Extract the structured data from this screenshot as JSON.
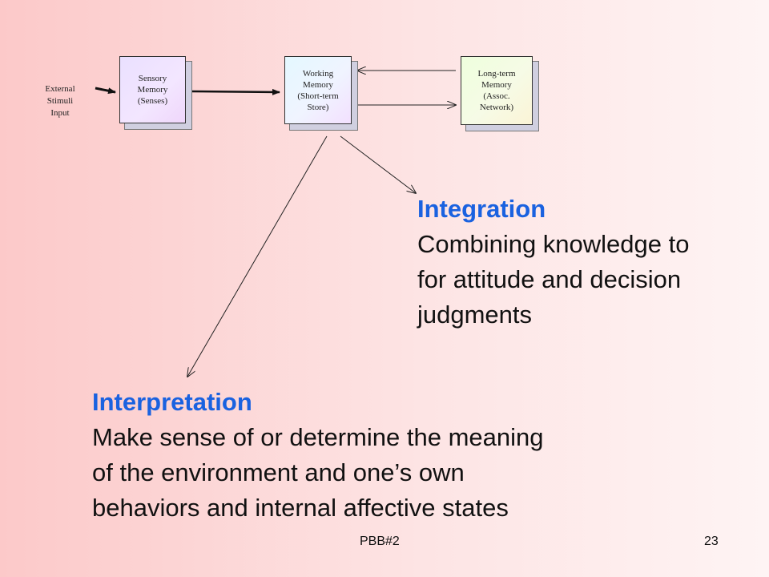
{
  "diagram": {
    "external_input_label": "External\nStimuli\nInput",
    "boxes": [
      {
        "id": "sensory",
        "label": "Sensory\nMemory\n(Senses)"
      },
      {
        "id": "working",
        "label": "Working\nMemory\n(Short-term\nStore)"
      },
      {
        "id": "longterm",
        "label": "Long-term\nMemory\n(Assoc.\nNetwork)"
      }
    ]
  },
  "integration": {
    "heading": "Integration",
    "body": "Combining knowledge to\nfor attitude and decision\njudgments"
  },
  "interpretation": {
    "heading": "Interpretation",
    "body": "Make sense of or determine the meaning\nof the environment and one’s own\nbehaviors and internal affective states"
  },
  "footer": {
    "label": "PBB#2",
    "page_number": "23"
  },
  "colors": {
    "heading_blue": "#1a62e0",
    "background_left": "#fcc9c9",
    "background_right": "#fef4f4"
  }
}
